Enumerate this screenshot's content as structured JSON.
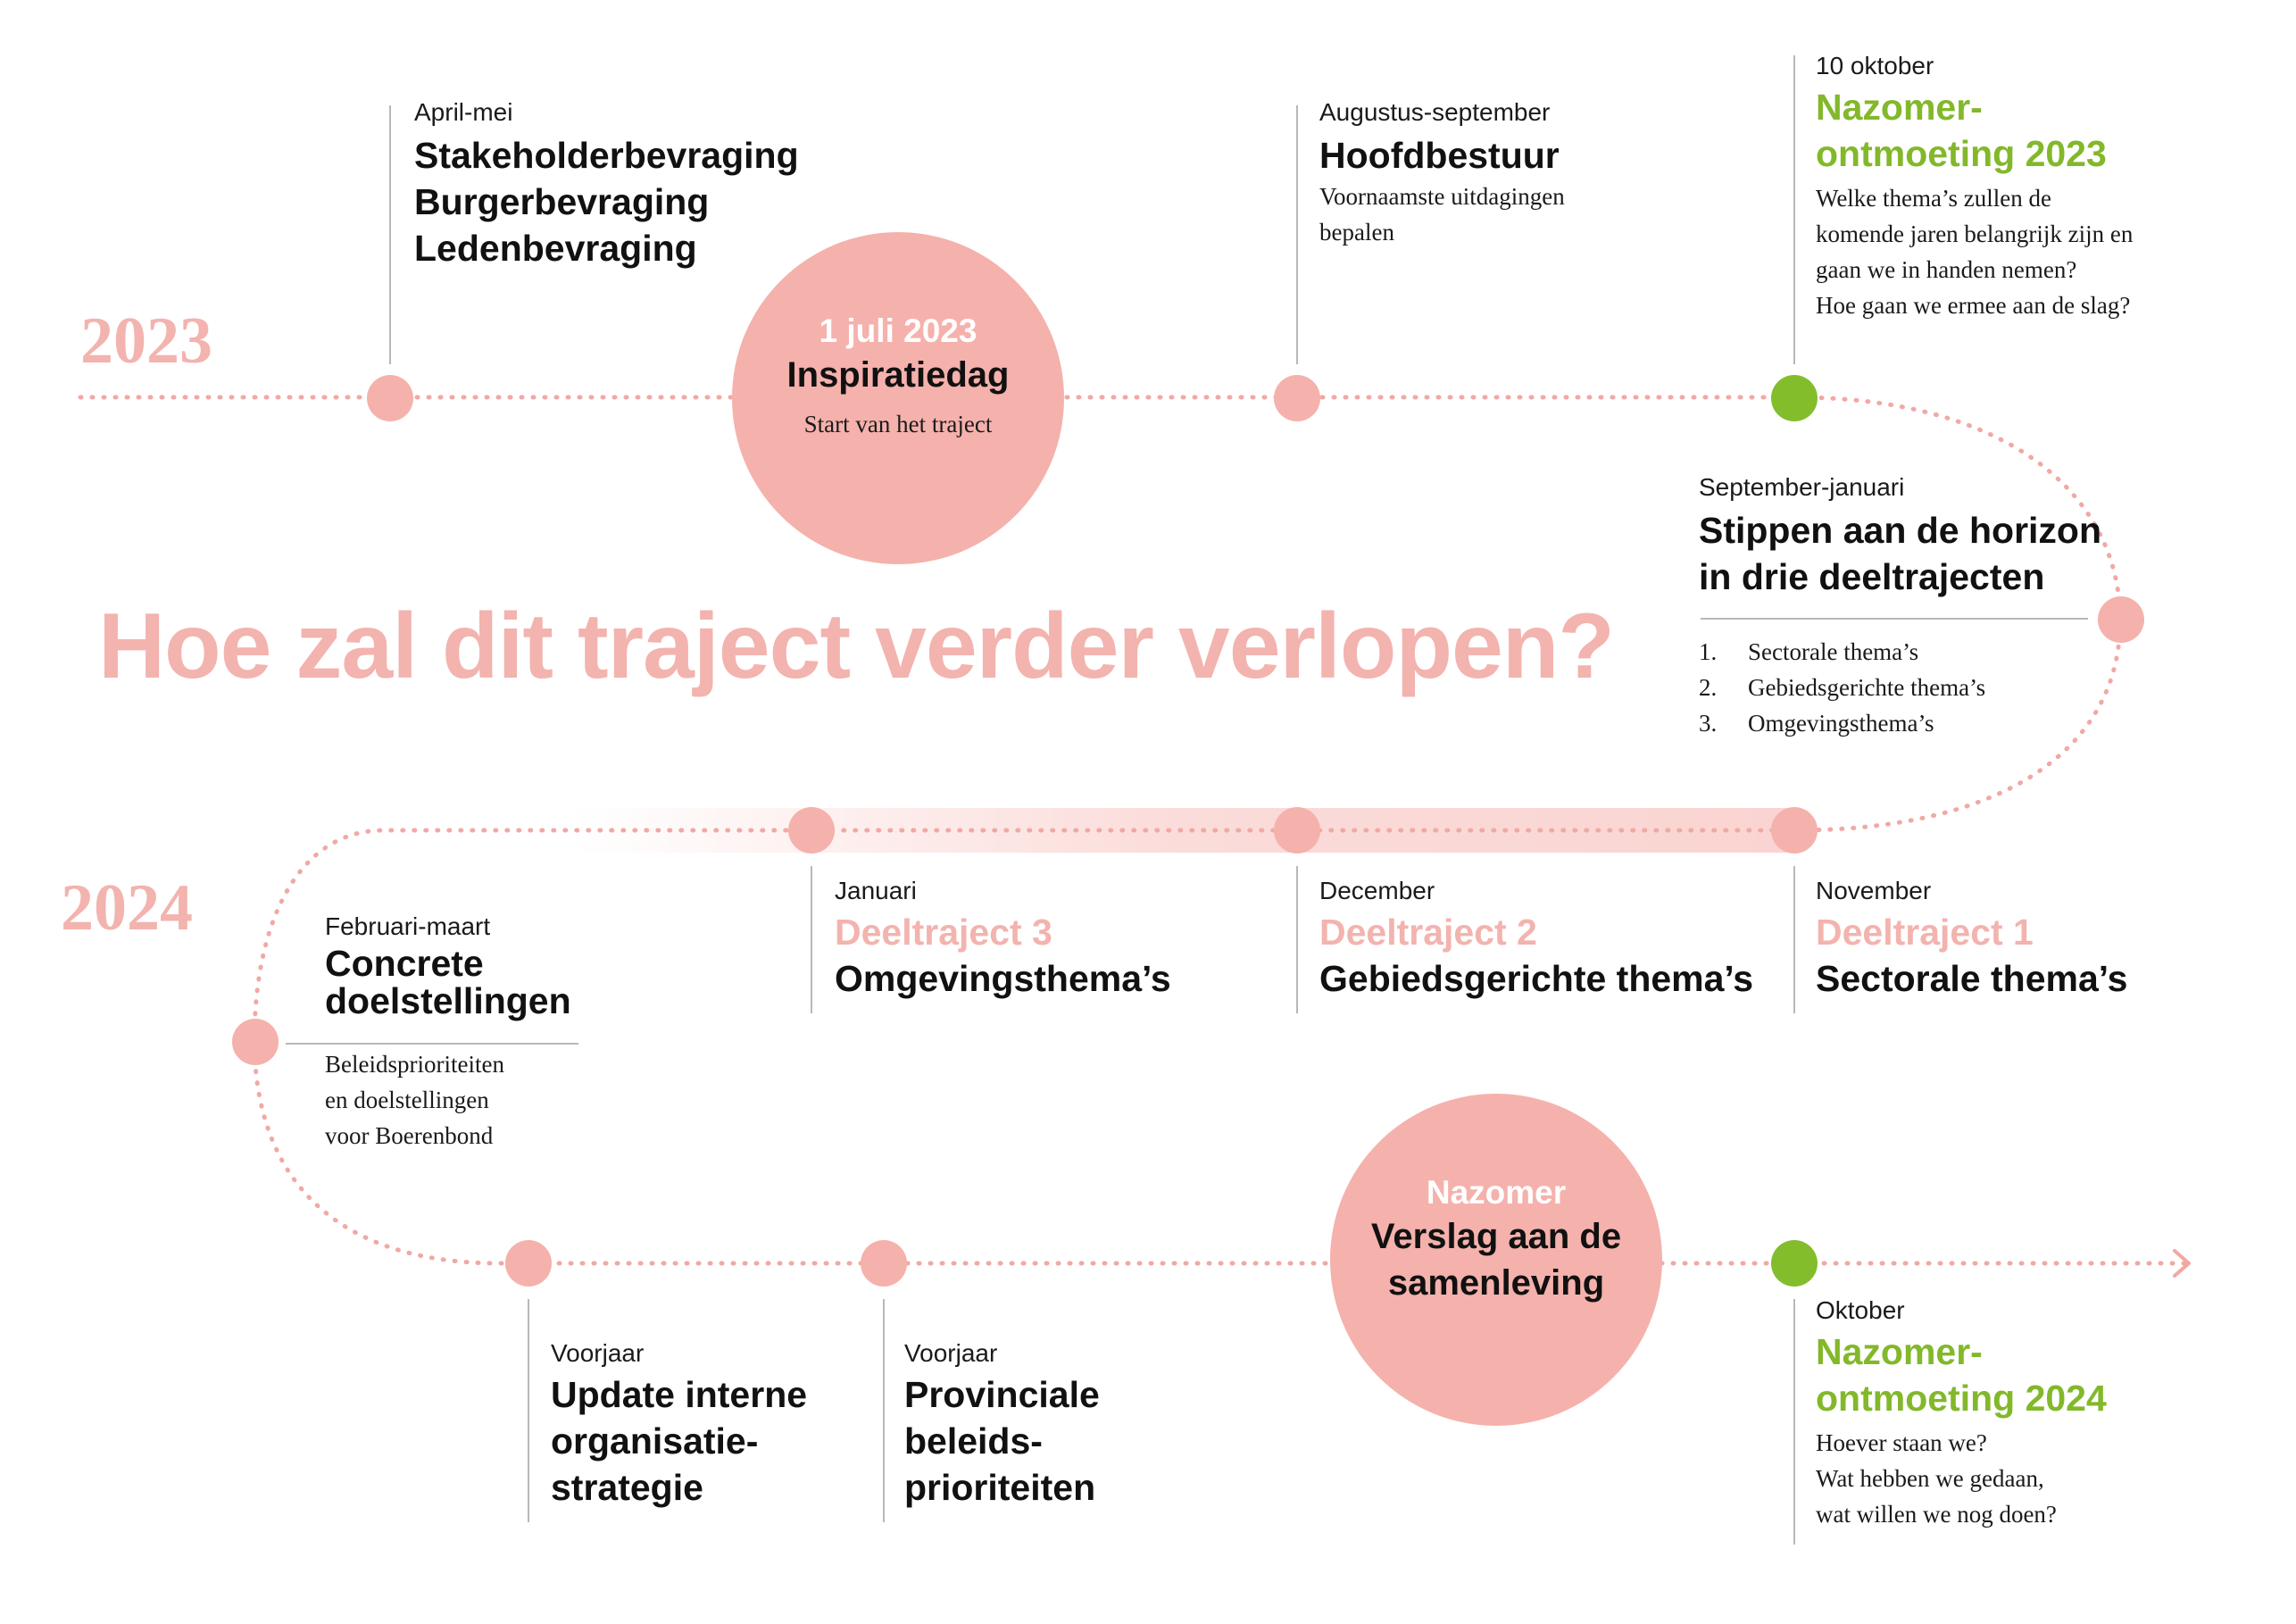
{
  "headline": "Hoe zal dit traject verder verlopen?",
  "years": {
    "y2023": "2023",
    "y2024": "2024"
  },
  "colors": {
    "pink": "#f5b1ac",
    "green": "#84bd2c",
    "track": "#f0a9a3",
    "text": "#111111"
  },
  "milestones": {
    "m1": {
      "date": "April-mei",
      "lines": [
        "Stakeholderbevraging",
        "Burgerbevraging",
        "Ledenbevraging"
      ]
    },
    "inspiratiedag": {
      "date": "1 juli 2023",
      "title": "Inspiratiedag",
      "body": "Start van het traject"
    },
    "hoofdbestuur": {
      "date": "Augustus-september",
      "title": "Hoofdbestuur",
      "body": [
        "Voornaamste uitdagingen",
        "bepalen"
      ]
    },
    "nazomer2023": {
      "date": "10 oktober",
      "title": [
        "Nazomer-",
        "ontmoeting 2023"
      ],
      "body": [
        "Welke thema’s zullen de",
        "komende jaren belangrijk zijn en",
        "gaan we in handen nemen?",
        "Hoe gaan we ermee aan de slag?"
      ]
    },
    "stippen": {
      "date": "September-januari",
      "title": [
        "Stippen aan de horizon",
        "in drie deeltrajecten"
      ],
      "list": [
        {
          "num": "1.",
          "text": "Sectorale thema’s"
        },
        {
          "num": "2.",
          "text": "Gebiedsgerichte thema’s"
        },
        {
          "num": "3.",
          "text": "Omgevingsthema’s"
        }
      ]
    },
    "deel1": {
      "date": "November",
      "sub": "Deeltraject 1",
      "title": "Sectorale thema’s"
    },
    "deel2": {
      "date": "December",
      "sub": "Deeltraject 2",
      "title": "Gebiedsgerichte thema’s"
    },
    "deel3": {
      "date": "Januari",
      "sub": "Deeltraject 3",
      "title": "Omgevingsthema’s"
    },
    "concreet": {
      "date": "Februari-maart",
      "title": [
        "Concrete",
        "doelstellingen"
      ],
      "body": [
        "Beleidsprioriteiten",
        "en doelstellingen",
        "voor Boerenbond"
      ]
    },
    "update": {
      "date": "Voorjaar",
      "title": [
        "Update interne",
        "organisatie-",
        "strategie"
      ]
    },
    "provinciale": {
      "date": "Voorjaar",
      "title": [
        "Provinciale",
        "beleids-",
        "prioriteiten"
      ]
    },
    "verslag": {
      "date": "Nazomer",
      "title": [
        "Verslag aan de",
        "samenleving"
      ]
    },
    "nazomer2024": {
      "date": "Oktober",
      "title": [
        "Nazomer-",
        "ontmoeting 2024"
      ],
      "body": [
        "Hoever staan we?",
        "Wat hebben we gedaan,",
        "wat willen we nog doen?"
      ]
    }
  }
}
